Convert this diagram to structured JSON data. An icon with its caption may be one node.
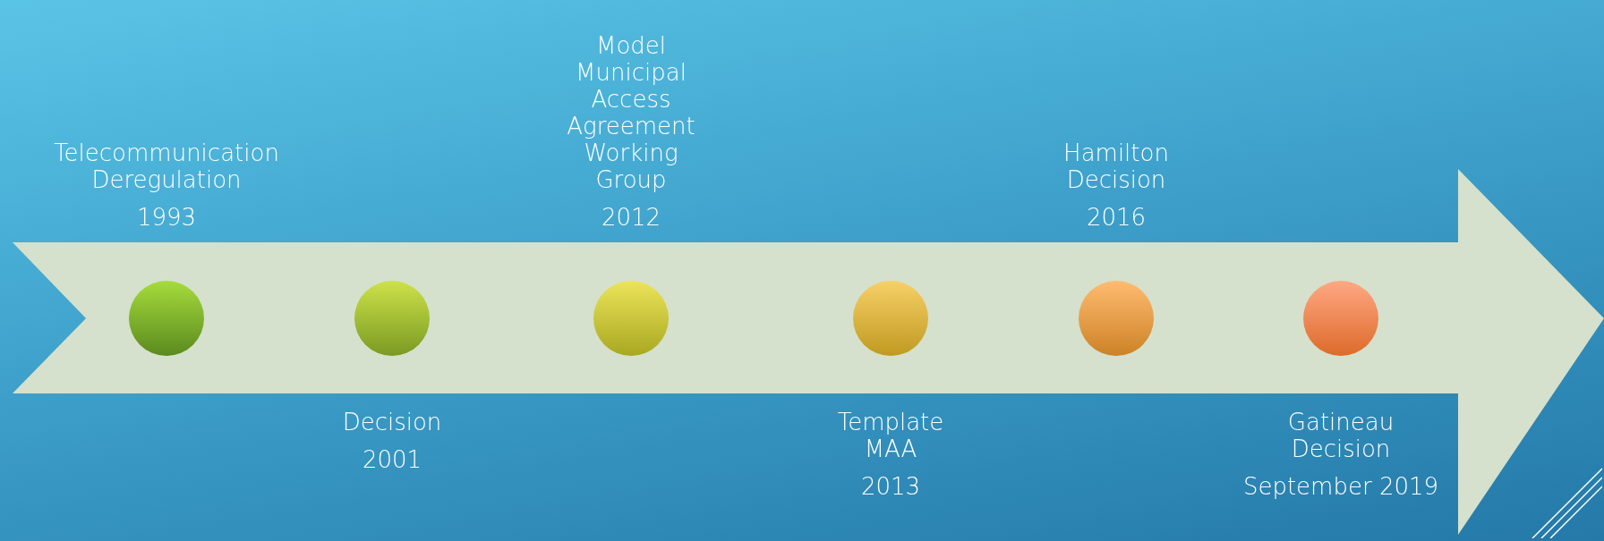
{
  "diagram": {
    "nodes": [
      {
        "text": [],
        "shape": "arrow"
      },
      {
        "text": [],
        "shape": "circle",
        "in": 0,
        "beside": [
          "Telecommunication Deregulation",
          "1993"
        ]
      },
      {
        "text": [],
        "shape": "circle",
        "in": 0,
        "beside": [
          "Decision",
          "2001"
        ]
      },
      {
        "text": [],
        "shape": "circle",
        "in": 0,
        "beside": [
          "Model Municipal Access Agreement Working Group",
          "2012"
        ]
      },
      {
        "text": [],
        "shape": "circle",
        "in": 0,
        "beside": [
          "Template MAA",
          "2013"
        ]
      },
      {
        "text": [],
        "shape": "circle",
        "in": 0,
        "beside": [
          "Hamilton Decision",
          "2016"
        ]
      },
      {
        "text": [],
        "shape": "circle",
        "in": 0,
        "beside": [
          "Gatineau Decision",
          "September 2019"
        ]
      }
    ]
  }
}
